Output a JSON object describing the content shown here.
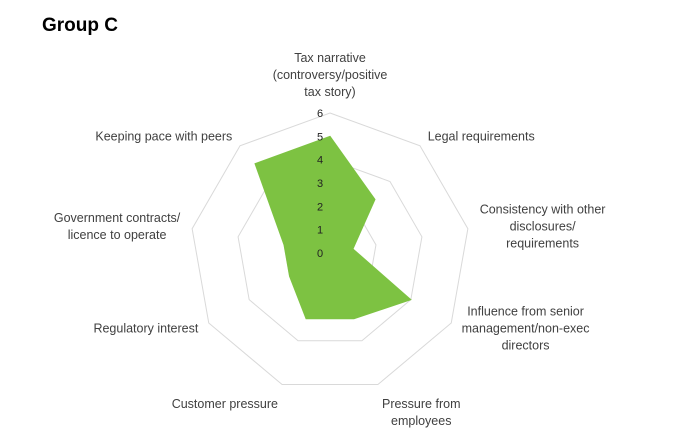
{
  "chart_data": {
    "type": "radar",
    "title": "Group C",
    "axes": [
      "Tax narrative\n(controversy/positive\ntax story)",
      "Legal requirements",
      "Consistency with other\ndisclosures/\nrequirements",
      "Influence from senior\nmanagement/non-exec\ndirectors",
      "Pressure from\nemployees",
      "Customer pressure",
      "Regulatory interest",
      "Government contracts/\nlicence to operate",
      "Keeping pace with peers"
    ],
    "values": [
      5,
      3,
      1,
      4,
      3,
      3,
      2,
      2,
      5
    ],
    "rlim": [
      0,
      6
    ],
    "ticks": [
      "0",
      "1",
      "2",
      "3",
      "4",
      "5",
      "6"
    ],
    "grid": true,
    "fill_color": "#7dc242",
    "grid_color": "#d9d9d9",
    "legend": false
  }
}
